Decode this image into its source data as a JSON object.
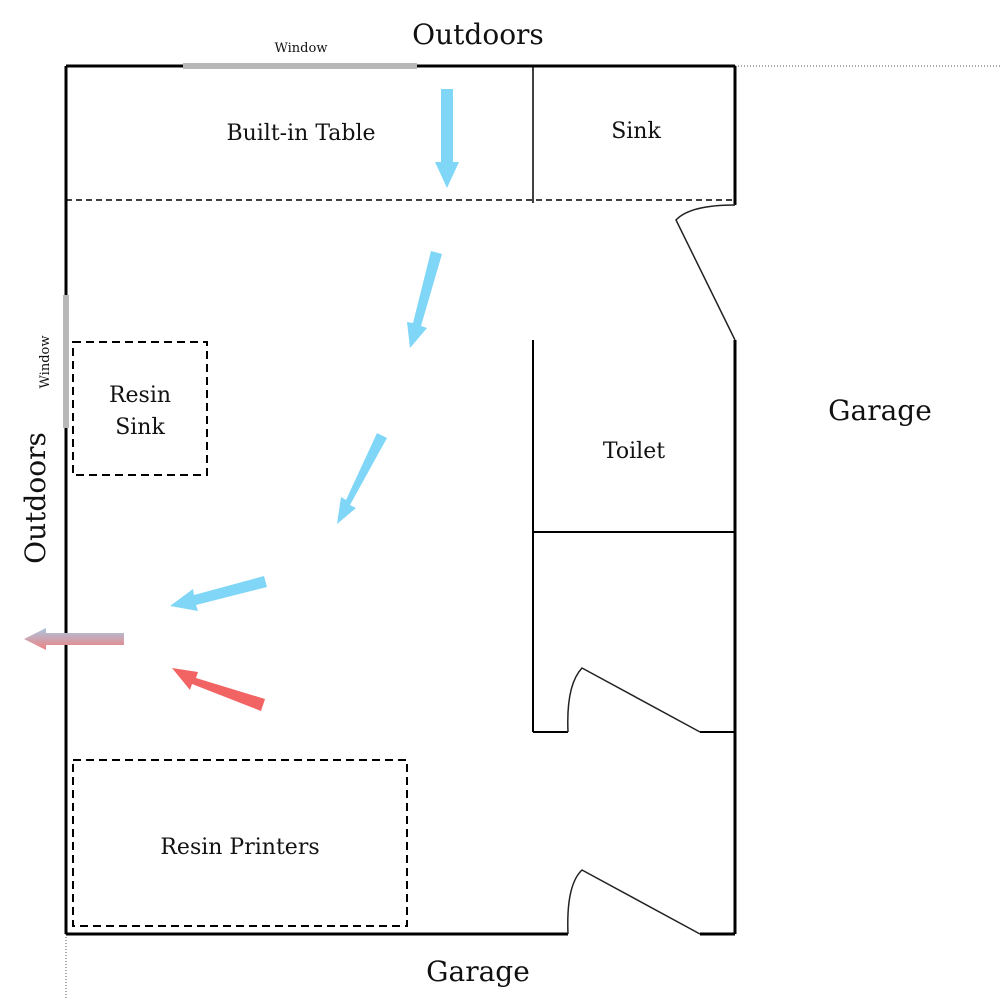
{
  "labels": {
    "outdoors_top": "Outdoors",
    "outdoors_left": "Outdoors",
    "garage_right": "Garage",
    "garage_bottom": "Garage",
    "window_top": "Window",
    "window_left": "Window",
    "built_in_table": "Built-in Table",
    "sink": "Sink",
    "resin_sink_line1": "Resin",
    "resin_sink_line2": "Sink",
    "toilet": "Toilet",
    "resin_printers": "Resin Printers"
  },
  "colors": {
    "wall": "#000000",
    "window": "#b8b8b8",
    "airflow_in": "#7fd6f7",
    "airflow_out": "#f26464",
    "mixed_exhaust_top": "#a8c6e0",
    "mixed_exhaust_bottom": "#f08080"
  }
}
